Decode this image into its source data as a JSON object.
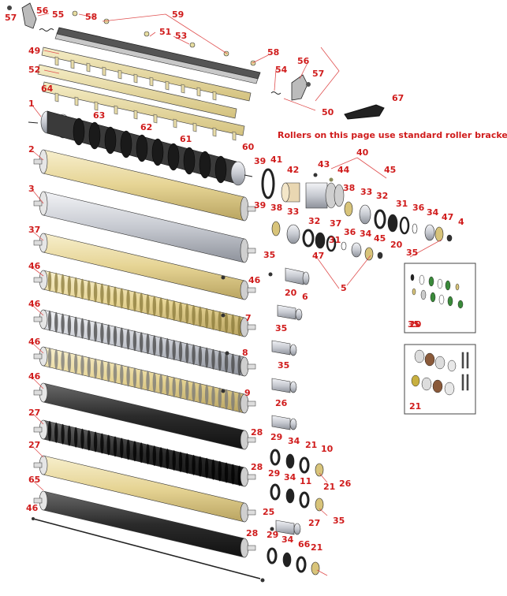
{
  "note": "Rollers on this page use standard roller brackets",
  "callouts": [
    "57",
    "56",
    "55",
    "58",
    "59",
    "51",
    "53",
    "49",
    "58",
    "52",
    "54",
    "56",
    "57",
    "64",
    "50",
    "67",
    "1",
    "63",
    "62",
    "61",
    "60",
    "2",
    "39",
    "41",
    "42",
    "43",
    "44",
    "40",
    "45",
    "3",
    "39",
    "38",
    "33",
    "32",
    "38",
    "33",
    "32",
    "37",
    "31",
    "36",
    "34",
    "47",
    "4",
    "37",
    "31",
    "36",
    "34",
    "45",
    "47",
    "20",
    "35",
    "5",
    "35",
    "46",
    "46",
    "20",
    "6",
    "35",
    "46",
    "7",
    "35",
    "46",
    "8",
    "35",
    "46",
    "9",
    "26",
    "27",
    "28",
    "29",
    "34",
    "21",
    "10",
    "26",
    "27",
    "28",
    "29",
    "34",
    "11",
    "21",
    "65",
    "35",
    "46",
    "25",
    "27",
    "28",
    "29",
    "34",
    "66",
    "21"
  ],
  "inset_labels": [
    "20",
    "21"
  ],
  "colors": {
    "callout": "#d01c1c",
    "leader": "#e05050",
    "gold": "#e9d99a",
    "silver": "#c9ccd2",
    "dark": "#2a2a2a"
  }
}
